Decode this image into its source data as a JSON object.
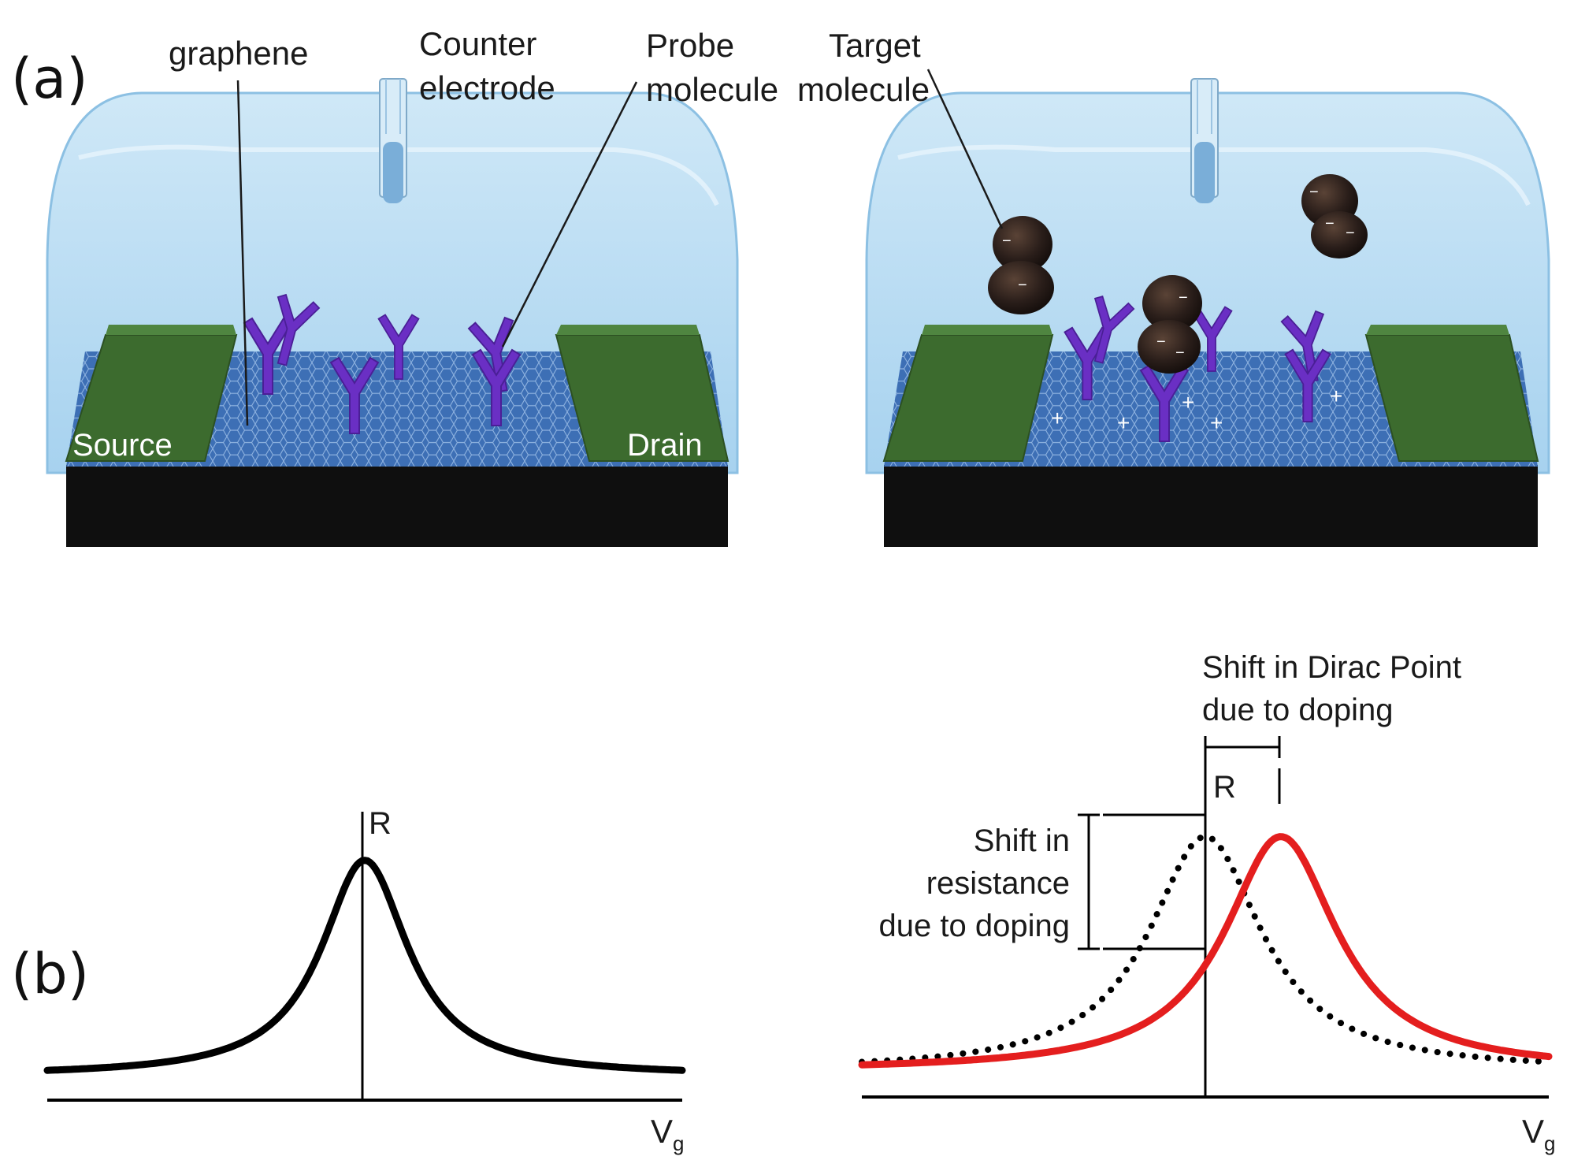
{
  "panel_a": {
    "label": "(a)",
    "callouts": {
      "graphene": "graphene",
      "counter_line1": "Counter",
      "counter_line2": "electrode",
      "probe_line1": "Probe",
      "probe_line2": "molecule",
      "target_line1": "Target",
      "target_line2": "molecule"
    },
    "electrodes": {
      "source": "Source",
      "drain": "Drain"
    },
    "charges": {
      "negative": "−",
      "positive": "+"
    }
  },
  "panel_b": {
    "label": "(b)",
    "left_plot": {
      "y_axis_label": "R",
      "x_axis_label": "V",
      "x_axis_sub": "g"
    },
    "right_plot": {
      "y_axis_label": "R",
      "x_axis_label": "V",
      "x_axis_sub": "g",
      "dirac_line1": "Shift in Dirac Point",
      "dirac_line2": "due to doping",
      "res_line1": "Shift in",
      "res_line2": "resistance",
      "res_line3": "due to doping"
    }
  },
  "colors": {
    "liquid": "#b3d9f2",
    "liquid_top": "#cfe8f7",
    "electrode": "#3c6b2e",
    "graphene": "#3d6fb5",
    "substrate": "#111111",
    "probe": "#6a2fc4",
    "target": "#2a1e1a",
    "doped_curve": "#e41e1e",
    "curve": "#000000"
  },
  "chart_data": [
    {
      "type": "line",
      "series": [
        {
          "style": "solid-black",
          "center": 0,
          "peak": 1.0,
          "baseline": 0.1,
          "width": 1.0
        }
      ],
      "xlim": [
        -3,
        3
      ],
      "ylim": [
        0,
        1.15
      ]
    },
    {
      "type": "line",
      "series": [
        {
          "style": "dotted-black",
          "center": 0,
          "peak": 1.0,
          "baseline": 0.1,
          "width": 1.0
        },
        {
          "style": "solid-red",
          "center": 0.55,
          "peak": 1.0,
          "baseline": 0.1,
          "width": 1.0
        }
      ],
      "xlim": [
        -2.5,
        2.5
      ],
      "ylim": [
        0,
        1.15
      ]
    }
  ]
}
